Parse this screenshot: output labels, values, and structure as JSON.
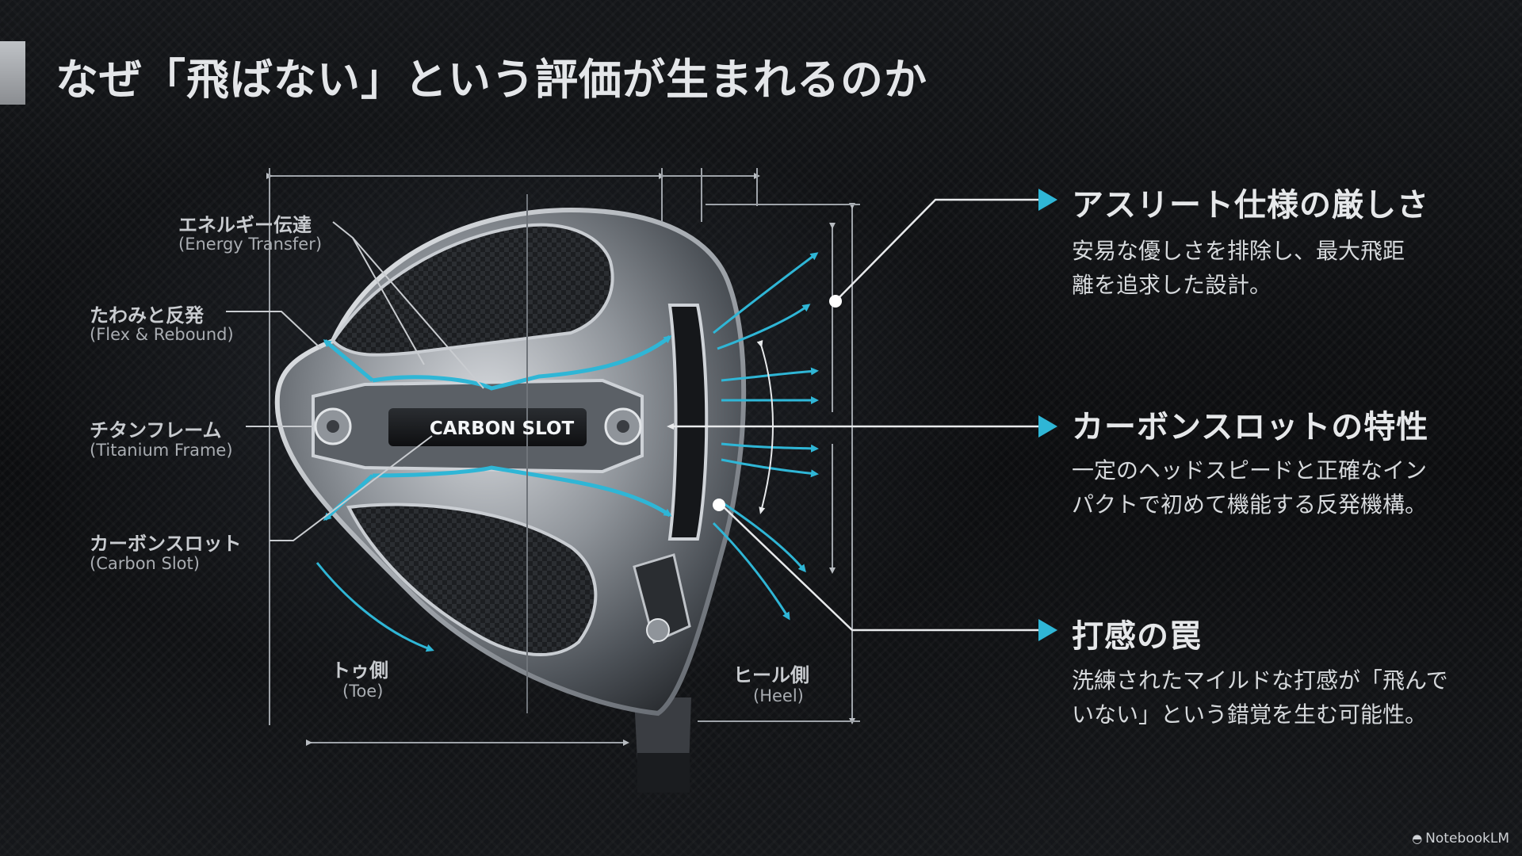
{
  "title": "なぜ「飛ばない」という評価が生まれるのか",
  "diagram": {
    "center_label": "CARBON SLOT",
    "labels": [
      {
        "id": "energy",
        "jp": "エネルギー伝達",
        "en": "(Energy Transfer)"
      },
      {
        "id": "flex",
        "jp": "たわみと反発",
        "en": "(Flex & Rebound)"
      },
      {
        "id": "titanium",
        "jp": "チタンフレーム",
        "en": "(Titanium Frame)"
      },
      {
        "id": "slot",
        "jp": "カーボンスロット",
        "en": "(Carbon Slot)"
      },
      {
        "id": "toe",
        "jp": "トゥ側",
        "en": "(Toe)"
      },
      {
        "id": "heel",
        "jp": "ヒール側",
        "en": "(Heel)"
      }
    ]
  },
  "sections": [
    {
      "title": "アスリート仕様の厳しさ",
      "lines": [
        "安易な優しさを排除し、最大飛距",
        "離を追求した設計。"
      ]
    },
    {
      "title": "カーボンスロットの特性",
      "lines": [
        "一定のヘッドスピードと正確なイン",
        "パクトで初めて機能する反発機構。"
      ]
    },
    {
      "title": "打感の罠",
      "lines": [
        "洗練されたマイルドな打感が「飛んで",
        "いない」という錯覚を生む可能性。"
      ]
    }
  ],
  "footer": {
    "brand": "NotebookLM",
    "brand_icon": "notebooklm-logo-icon"
  },
  "colors": {
    "accent": "#2fb6d6",
    "text": "#e9ebee",
    "background": "#0b0c0e"
  }
}
